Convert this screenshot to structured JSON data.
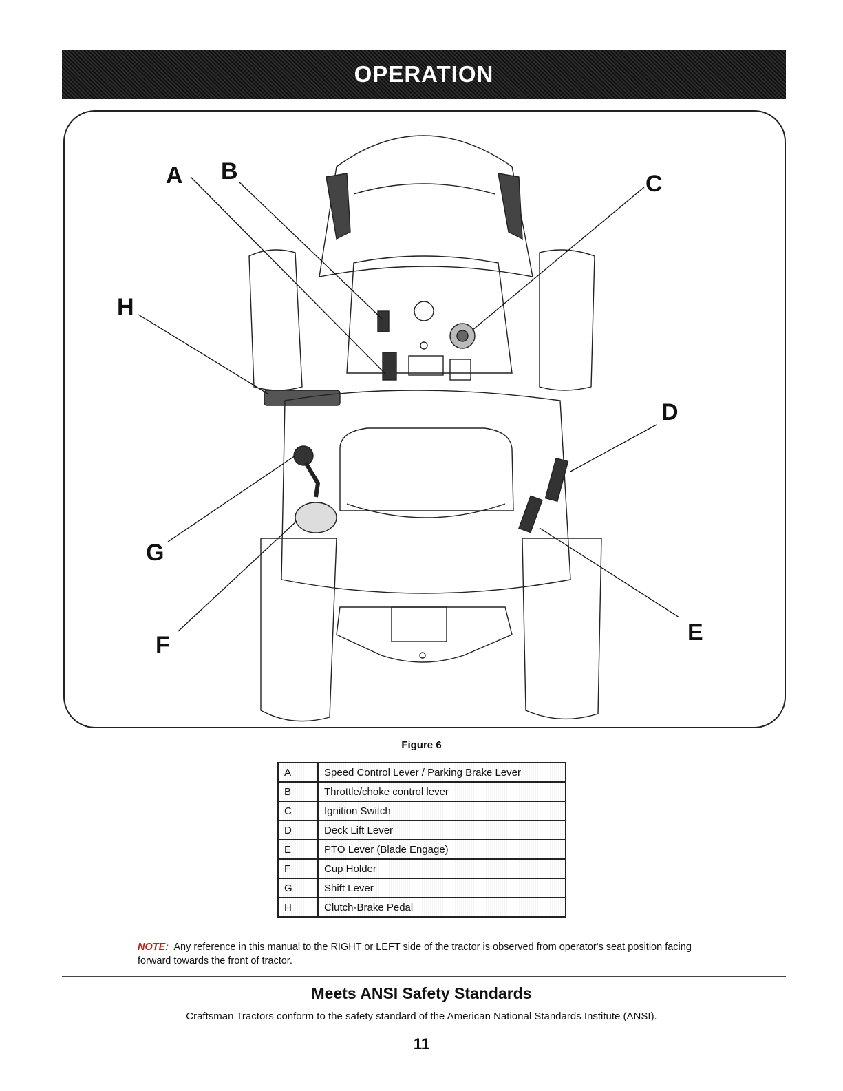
{
  "header": {
    "title": "OPERATION"
  },
  "figure": {
    "callouts": [
      "A",
      "B",
      "C",
      "D",
      "E",
      "F",
      "G",
      "H"
    ],
    "caption": "Figure 6"
  },
  "legend": [
    {
      "key": "A",
      "label": "Speed Control Lever / Parking Brake Lever"
    },
    {
      "key": "B",
      "label": "Throttle/choke control lever"
    },
    {
      "key": "C",
      "label": "Ignition Switch"
    },
    {
      "key": "D",
      "label": "Deck Lift Lever"
    },
    {
      "key": "E",
      "label": "PTO Lever (Blade Engage)"
    },
    {
      "key": "F",
      "label": "Cup Holder"
    },
    {
      "key": "G",
      "label": "Shift Lever"
    },
    {
      "key": "H",
      "label": "Clutch-Brake Pedal"
    }
  ],
  "note": {
    "label": "NOTE:",
    "text": "Any reference in this manual to the RIGHT or LEFT side of the tractor is observed from operator's seat position facing forward towards the front of tractor."
  },
  "ansi": {
    "title": "Meets ANSI Safety Standards",
    "text": "Craftsman Tractors conform to the safety standard of the American National Standards Institute (ANSI)."
  },
  "page_number": "11",
  "colors": {
    "header_bg": "#1c1c1c",
    "note_label": "#b3261e"
  }
}
